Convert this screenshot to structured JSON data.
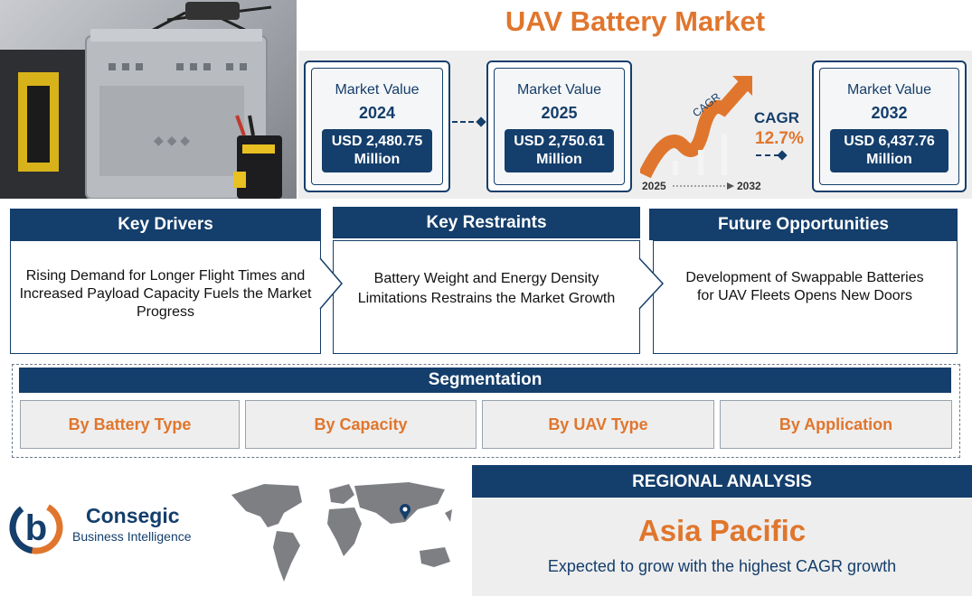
{
  "title": "UAV Battery Market",
  "stats": [
    {
      "label": "Market Value",
      "year": "2024",
      "value_line1": "USD 2,480.75",
      "value_line2": "Million"
    },
    {
      "label": "Market Value",
      "year": "2025",
      "value_line1": "USD 2,750.61",
      "value_line2": "Million"
    },
    {
      "label": "Market Value",
      "year": "2032",
      "value_line1": "USD 6,437.76",
      "value_line2": "Million"
    }
  ],
  "cagr": {
    "arrow_label": "CAGR",
    "label": "CAGR",
    "value": "12.7%",
    "start_year": "2025",
    "end_year": "2032"
  },
  "factors": [
    {
      "header": "Key Drivers",
      "text": "Rising Demand for Longer Flight Times and Increased Payload Capacity Fuels the Market Progress"
    },
    {
      "header": "Key Restraints",
      "text": "Battery Weight and Energy Density Limitations Restrains the Market Growth"
    },
    {
      "header": "Future Opportunities",
      "text": "Development of Swappable Batteries for UAV Fleets Opens New Doors"
    }
  ],
  "segmentation": {
    "header": "Segmentation",
    "items": [
      "By Battery Type",
      "By Capacity",
      "By UAV Type",
      "By Application"
    ]
  },
  "brand": {
    "name": "Consegic",
    "subtitle": "Business Intelligence",
    "logo_letter": "b"
  },
  "regional": {
    "header": "REGIONAL ANALYSIS",
    "region": "Asia Pacific",
    "text": "Expected to grow with the highest CAGR growth"
  },
  "colors": {
    "navy": "#143e6b",
    "orange": "#e0762d",
    "panel_gray": "#eeeeee"
  }
}
